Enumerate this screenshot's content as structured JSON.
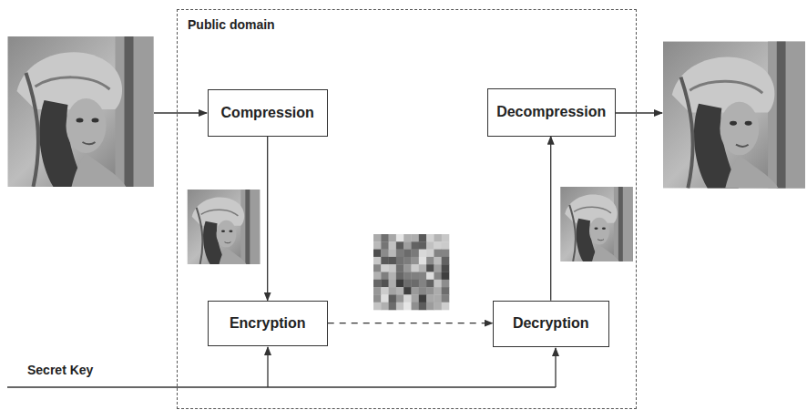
{
  "diagram": {
    "nodes": [
      {
        "text": [
          "Public domain"
        ]
      },
      {
        "text": [
          "Compression"
        ],
        "in": 0
      },
      {
        "text": [
          "Encryption"
        ],
        "in": 0
      },
      {
        "text": [
          "Decryption"
        ],
        "in": 0
      },
      {
        "text": [
          "Decompression"
        ],
        "in": 0
      }
    ],
    "edges": [
      {
        "from": 1,
        "to": 2,
        "arrow": "to"
      },
      {
        "from": 2,
        "to": 3,
        "arrow": "to"
      },
      {
        "from": 3,
        "to": 4,
        "arrow": "to"
      }
    ],
    "labels": [
      "Secret Key"
    ]
  }
}
